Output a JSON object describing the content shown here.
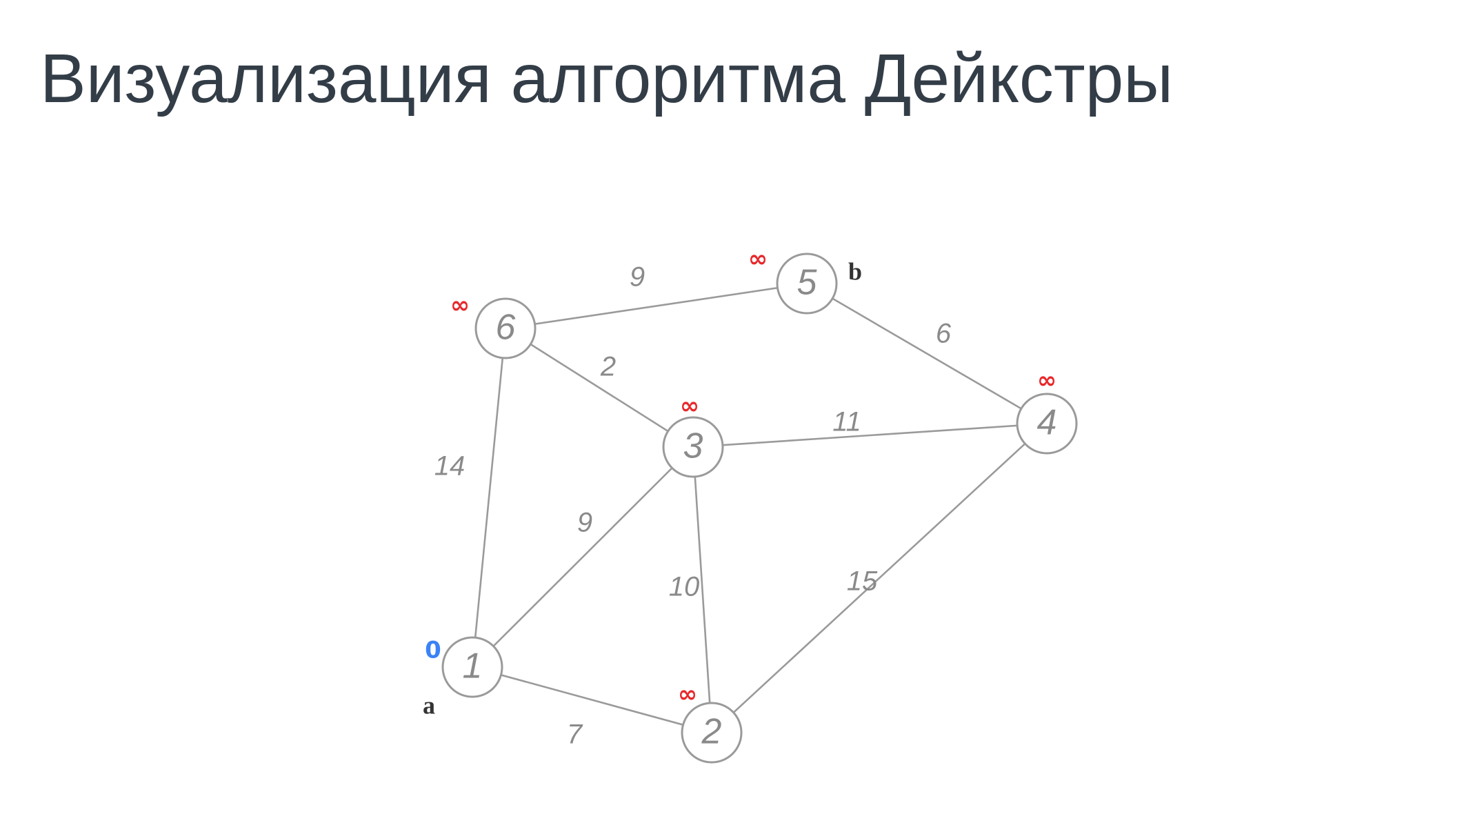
{
  "slide": {
    "title": "Визуализация алгоритма Дейкстры"
  },
  "colors": {
    "title": "#333d47",
    "edge": "#9a9a9a",
    "weight_text": "#8a8a8a",
    "node_border": "#9a9a9a",
    "start_fill": "#f8f3cf",
    "end_fill": "#d3d5f4",
    "infinity": "#e8282b",
    "zero": "#3b82f6"
  },
  "graph": {
    "nodes": [
      {
        "id": "1",
        "distance": "0",
        "name": "a",
        "role": "start"
      },
      {
        "id": "2",
        "distance": "∞",
        "name": "",
        "role": "normal"
      },
      {
        "id": "3",
        "distance": "∞",
        "name": "",
        "role": "normal"
      },
      {
        "id": "4",
        "distance": "∞",
        "name": "",
        "role": "normal"
      },
      {
        "id": "5",
        "distance": "∞",
        "name": "b",
        "role": "end"
      },
      {
        "id": "6",
        "distance": "∞",
        "name": "",
        "role": "normal"
      }
    ],
    "edges": [
      {
        "from": "1",
        "to": "2",
        "weight": "7"
      },
      {
        "from": "1",
        "to": "3",
        "weight": "9"
      },
      {
        "from": "1",
        "to": "6",
        "weight": "14"
      },
      {
        "from": "2",
        "to": "3",
        "weight": "10"
      },
      {
        "from": "2",
        "to": "4",
        "weight": "15"
      },
      {
        "from": "3",
        "to": "4",
        "weight": "11"
      },
      {
        "from": "3",
        "to": "6",
        "weight": "2"
      },
      {
        "from": "4",
        "to": "5",
        "weight": "6"
      },
      {
        "from": "5",
        "to": "6",
        "weight": "9"
      }
    ]
  }
}
